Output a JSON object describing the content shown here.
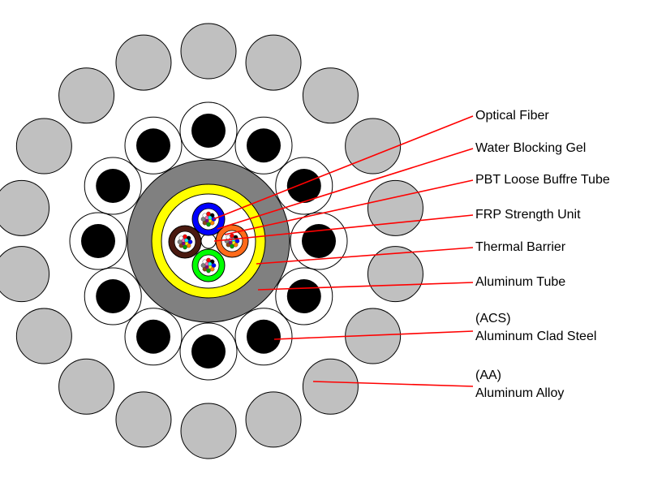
{
  "labels": {
    "optical_fiber": "Optical Fiber",
    "water_blocking_gel": "Water Blocking Gel",
    "pbt_loose_tube": "PBT Loose Buffre Tube",
    "frp_strength_unit": "FRP Strength Unit",
    "thermal_barrier": "Thermal Barrier",
    "aluminum_tube": "Aluminum Tube",
    "acs_abbr": "(ACS)",
    "acs_full": "Aluminum Clad Steel",
    "aa_abbr": "(AA)",
    "aa_full": "Aluminum Alloy"
  },
  "colors": {
    "leader_line": "#ff0000",
    "aluminum_alloy_wire": "#c0c0c0",
    "acs_core": "#000000",
    "acs_cladding": "#ffffff",
    "aluminum_tube": "#808080",
    "thermal_barrier": "#ffff00",
    "tube_blue": "#0000ff",
    "tube_orange": "#ff6a1a",
    "tube_brown": "#4a1a10",
    "tube_green": "#00ff00",
    "fiber_colors": [
      "#0000ff",
      "#ff8000",
      "#00a000",
      "#8b4513",
      "#808080",
      "#ffffff",
      "#ff0000",
      "#000000",
      "#ffff00",
      "#800080",
      "#ff69b4",
      "#00ffff"
    ]
  }
}
